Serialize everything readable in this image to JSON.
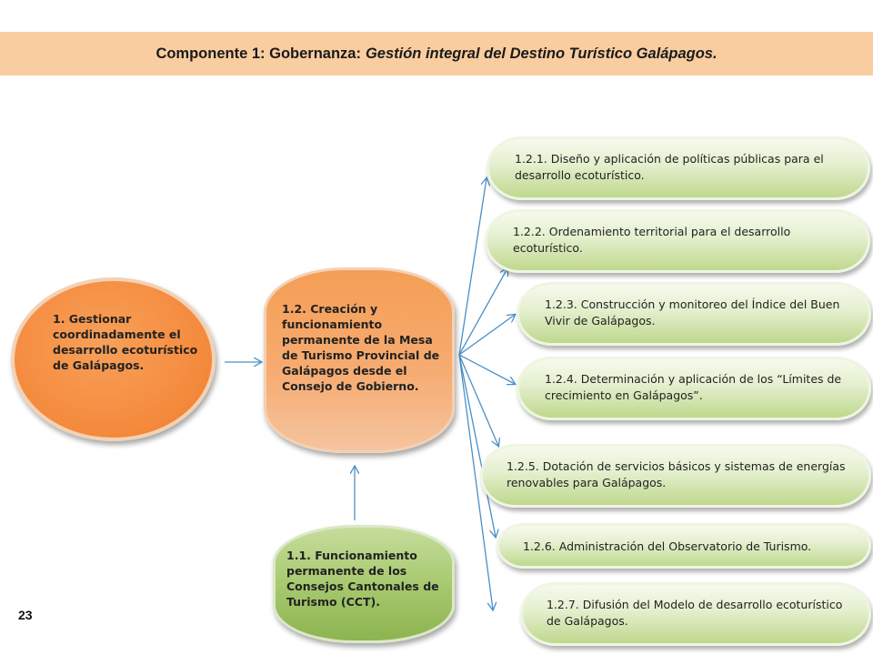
{
  "title": {
    "prefix": "Componente 1: Gobernanza:",
    "italic": "Gestión integral del Destino Turístico Galápagos."
  },
  "nodes": {
    "goal": "1. Gestionar coordinadamente el desarrollo ecoturístico de Galápagos.",
    "center": "1.2. Creación y funcionamiento permanente de la Mesa de Turismo  Provincial de Galápagos desde el Consejo de Gobierno.",
    "bottom": "1.1. Funcionamiento permanente de los Consejos Cantonales de Turismo (CCT)."
  },
  "outcomes": [
    "1.2.1. Diseño y aplicación de políticas públicas para el desarrollo ecoturístico.",
    "1.2.2. Ordenamiento territorial para el desarrollo ecoturístico.",
    "1.2.3. Construcción y monitoreo del Índice del Buen Vivir de Galápagos.",
    "1.2.4. Determinación y aplicación de los “Límites de crecimiento en Galápagos”.",
    "1.2.5. Dotación de servicios básicos y sistemas de energías renovables para Galápagos.",
    "1.2.6. Administración del Observatorio de Turismo.",
    "1.2.7. Difusión del Modelo de desarrollo ecoturístico de Galápagos."
  ],
  "page_number": "23",
  "colors": {
    "title_bg": "#f9cda0",
    "orange": "#f4893b",
    "green": "#a8c96f",
    "arrow": "#4a90c8"
  }
}
